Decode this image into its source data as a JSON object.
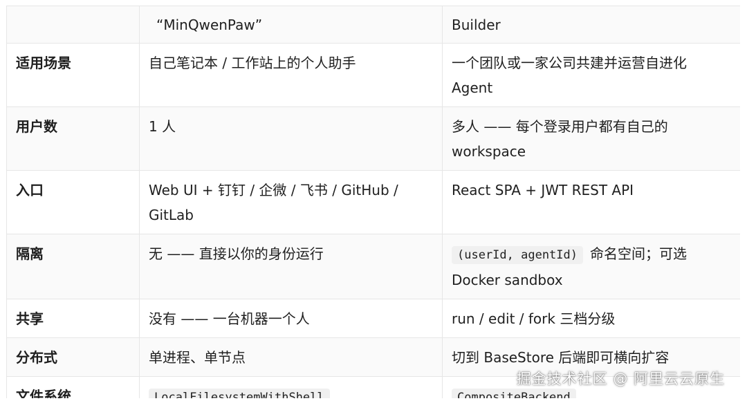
{
  "table": {
    "header": {
      "col1": "",
      "col2": "“MinQwenPaw”",
      "col3": "Builder"
    },
    "rows": [
      {
        "key": "适用场景",
        "col2": "自己笔记本 / 工作站上的个人助手",
        "col3": "一个团队或一家公司共建并运营自进化 Agent"
      },
      {
        "key": "用户数",
        "col2": "1 人",
        "col3": "多人 —— 每个登录用户都有自己的 workspace"
      },
      {
        "key": "入口",
        "col2": "Web UI + 钉钉 / 企微 / 飞书 / GitHub / GitLab",
        "col3": "React SPA + JWT REST API"
      },
      {
        "key": "隔离",
        "col2": "无 —— 直接以你的身份运行",
        "col3_code": "(userId, agentId)",
        "col3": "命名空间；可选 Docker sandbox"
      },
      {
        "key": "共享",
        "col2": "没有 —— 一台机器一个人",
        "col3": "run / edit / fork 三档分级"
      },
      {
        "key": "分布式",
        "col2": "单进程、单节点",
        "col3": "切到 BaseStore 后端即可横向扩容"
      },
      {
        "key": "文件系统",
        "col2_code": "LocalFilesystemWithShell",
        "col3_code": "CompositeBackend"
      }
    ]
  },
  "watermark": "掘金技术社区 @ 阿里云云原生"
}
